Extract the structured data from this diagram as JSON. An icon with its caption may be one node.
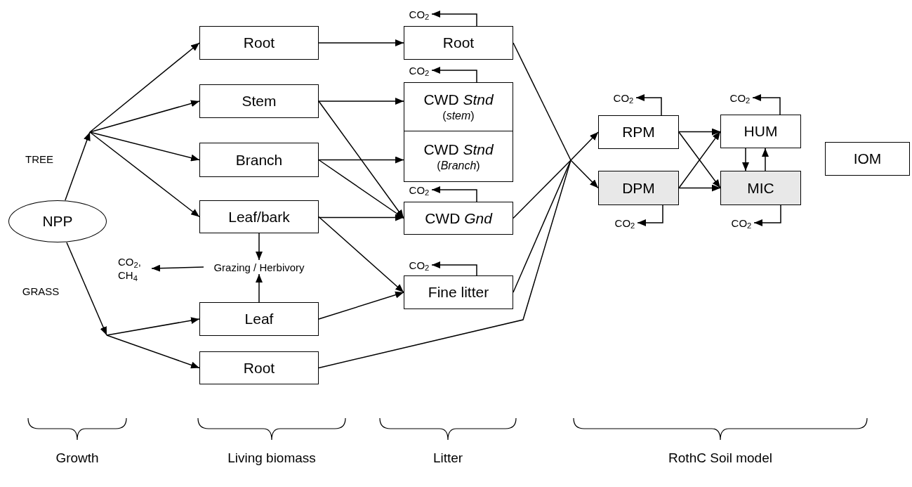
{
  "diagram": {
    "nodes": [
      {
        "text": [
          "NPP"
        ]
      },
      {
        "text": [
          "Root"
        ]
      },
      {
        "text": [
          "Stem"
        ]
      },
      {
        "text": [
          "Branch"
        ]
      },
      {
        "text": [
          "Leaf/bark"
        ]
      },
      {
        "text": [
          "Grazing / Herbivory"
        ]
      },
      {
        "text": [
          "CO$_{2}$,",
          "CH$_{4}$"
        ]
      },
      {
        "text": [
          "Leaf"
        ]
      },
      {
        "text": [
          "Root"
        ]
      },
      {
        "text": [
          "Root"
        ]
      },
      {
        "text": [
          "CWD *Stnd*",
          "(*stem*)"
        ]
      },
      {
        "text": [
          "CWD *Stnd*",
          "(*Branch*)"
        ]
      },
      {
        "text": [
          "CWD *Gnd*"
        ]
      },
      {
        "text": [
          "Fine litter"
        ]
      },
      {
        "text": [
          "RPM"
        ]
      },
      {
        "text": [
          "DPM"
        ]
      },
      {
        "text": [
          "HUM"
        ]
      },
      {
        "text": [
          "MIC"
        ]
      },
      {
        "text": [
          "IOM"
        ]
      },
      {
        "text": [
          "CO$_{2}$"
        ]
      },
      {
        "text": [
          "CO$_{2}$"
        ]
      },
      {
        "text": [
          "CO$_{2}$"
        ]
      },
      {
        "text": [
          "CO$_{2}$"
        ]
      },
      {
        "text": [
          "CO$_{2}$"
        ]
      },
      {
        "text": [
          "CO$_{2}$"
        ]
      },
      {
        "text": [
          "CO$_{2}$"
        ]
      },
      {
        "text": [
          "CO$_{2}$"
        ]
      }
    ],
    "edges": [
      {
        "from": 0,
        "to": 1,
        "arrow": "to"
      },
      {
        "from": 0,
        "to": 2,
        "arrow": "to"
      },
      {
        "from": 0,
        "to": 3,
        "arrow": "to"
      },
      {
        "from": 0,
        "to": 4,
        "arrow": "to"
      },
      {
        "from": 0,
        "to": 7,
        "arrow": "to"
      },
      {
        "from": 0,
        "to": 8,
        "arrow": "to"
      },
      {
        "from": 1,
        "to": 9,
        "arrow": "to"
      },
      {
        "from": 2,
        "to": 10,
        "arrow": "to"
      },
      {
        "from": 2,
        "to": 12,
        "arrow": "to"
      },
      {
        "from": 3,
        "to": 11,
        "arrow": "to"
      },
      {
        "from": 3,
        "to": 12,
        "arrow": "to"
      },
      {
        "from": 4,
        "to": 12,
        "arrow": "to"
      },
      {
        "from": 4,
        "to": 13,
        "arrow": "to"
      },
      {
        "from": 4,
        "to": 5,
        "arrow": "to"
      },
      {
        "from": 7,
        "to": 5,
        "arrow": "to"
      },
      {
        "from": 5,
        "to": 6,
        "arrow": "to"
      },
      {
        "from": 7,
        "to": 13,
        "arrow": "to"
      },
      {
        "from": 9,
        "to": 14,
        "arrow": "to"
      },
      {
        "from": 9,
        "to": 15,
        "arrow": "to"
      },
      {
        "from": 12,
        "to": 14,
        "arrow": "to"
      },
      {
        "from": 12,
        "to": 15,
        "arrow": "to"
      },
      {
        "from": 13,
        "to": 14,
        "arrow": "to"
      },
      {
        "from": 13,
        "to": 15,
        "arrow": "to"
      },
      {
        "from": 8,
        "to": 14,
        "arrow": "to"
      },
      {
        "from": 8,
        "to": 15,
        "arrow": "to"
      },
      {
        "from": 14,
        "to": 16,
        "arrow": "to"
      },
      {
        "from": 14,
        "to": 17,
        "arrow": "to"
      },
      {
        "from": 15,
        "to": 16,
        "arrow": "to"
      },
      {
        "from": 15,
        "to": 17,
        "arrow": "to"
      },
      {
        "from": 16,
        "to": 17,
        "arrow": "to"
      },
      {
        "from": 17,
        "to": 16,
        "arrow": "to"
      },
      {
        "from": 9,
        "to": 19,
        "arrow": "to"
      },
      {
        "from": 10,
        "to": 20,
        "arrow": "to"
      },
      {
        "from": 12,
        "to": 21,
        "arrow": "to"
      },
      {
        "from": 13,
        "to": 22,
        "arrow": "to"
      },
      {
        "from": 14,
        "to": 23,
        "arrow": "to"
      },
      {
        "from": 15,
        "to": 24,
        "arrow": "to"
      },
      {
        "from": 16,
        "to": 25,
        "arrow": "to"
      },
      {
        "from": 17,
        "to": 26,
        "arrow": "to"
      }
    ],
    "labels": [
      "TREE",
      "GRASS",
      "Growth",
      "Living biomass",
      "Litter",
      "RothC Soil model"
    ]
  }
}
